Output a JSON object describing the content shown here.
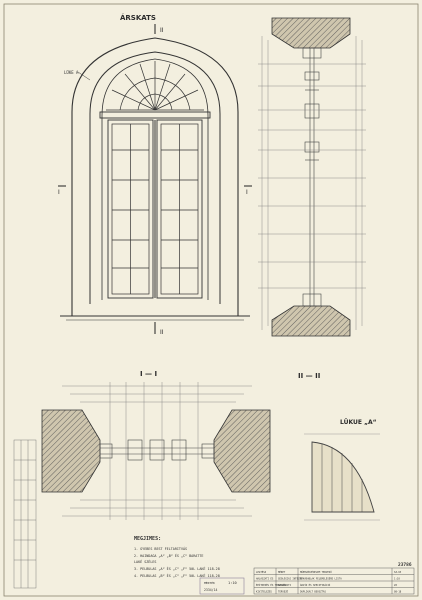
{
  "titles": {
    "main": "ÁRSKATS",
    "section_vertical": "II — II",
    "section_horizontal": "I — I",
    "detail": "LÜKUE „A“"
  },
  "labels": {
    "cut_top": "II",
    "cut_bottom": "II",
    "cut_left": "I",
    "cut_right": "I",
    "callout_a": "LÜKE A"
  },
  "notes": {
    "heading": "MEGJIMES:",
    "items": [
      "1. GYEBES BEST FELTARITVÁS",
      "2. HAINDAGA „A“ „B“ ÉS „C“ BARATTE",
      "   LAKÉ SZÉLES",
      "3. PELBULAS „A“ ÉS „C“ „F“ 50L LAKÉ 118-28",
      "4. PELBULAS „B“ ÉS „C“ „F“ 50L LAKÉ 118-28"
    ]
  },
  "title_block": {
    "sheet_no": "23786",
    "cells": [
      [
        "LEGTÉSZ",
        "MÉRET",
        "MŰEMLÉKVÉDELEM TERVEZŐ",
        "SZ-63"
      ],
      [
        "HALÁSZATI ÉS",
        "GEOLÓGIAI INTÉZET",
        "ÁRKÁDABLAK FELEMELÉSÉRE LISTA",
        "1:10"
      ],
      [
        "ÉPÍTKEZÉS ÉS TERVEZÉS",
        "HALÁSZATI",
        "ÁRVÍZ ÉS SPECIFIKÁCIÓ",
        "20"
      ],
      [
        "KIVITELEZÉS",
        "TERVEZŐ",
        "DUPLIKÁLT BEOSZTÁS",
        "08-18"
      ]
    ]
  },
  "stamp": {
    "line1": "MÉRTÉK",
    "line2": "1:10",
    "line3": "2334/14"
  }
}
